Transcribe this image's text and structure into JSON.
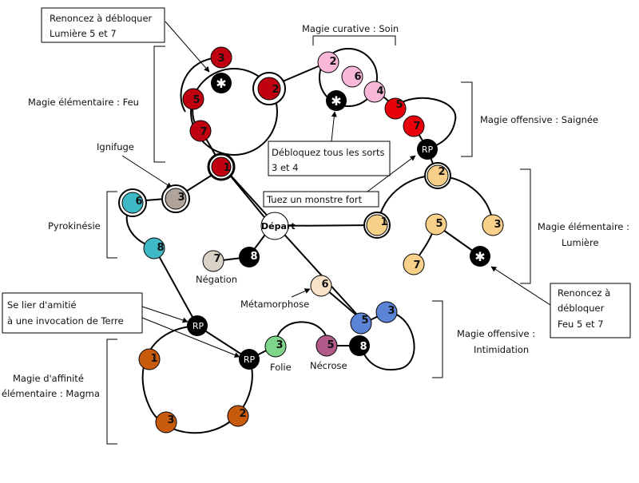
{
  "notes": {
    "top_left": [
      "Renoncez à débloquer",
      "Lumière 5 et 7"
    ],
    "top_center": [
      "Débloquez tous les sorts",
      "3 et 4"
    ],
    "center": "Tuez un monstre fort",
    "left": [
      "Se lier d'amitié",
      "à une invocation de Terre"
    ],
    "bottom_right": [
      "Renoncez à",
      "débloquer",
      "Feu 5 et 7"
    ]
  },
  "branches": {
    "feu": "Magie élémentaire : Feu",
    "soin": "Magie curative : Soin",
    "saignee": "Magie offensive : Saignée",
    "lumiere": [
      "Magie élémentaire :",
      "Lumière"
    ],
    "pyro": "Pyrokinésie",
    "intimidation": [
      "Magie offensive :",
      "Intimidation"
    ],
    "magma": [
      "Magie d'affinité",
      "élémentaire : Magma"
    ]
  },
  "labels": {
    "ignifuge": "Ignifuge",
    "depart": "Départ",
    "negation": "Négation",
    "metamorphose": "Métamorphose",
    "folie": "Folie",
    "necrose": "Nécrose"
  },
  "nodes": {
    "feu_1": "1",
    "feu_2": "2",
    "feu_3": "3",
    "feu_5": "5",
    "feu_7": "7",
    "feu_star": "✱",
    "soin_2": "2",
    "soin_6": "6",
    "soin_4": "4",
    "soin_star": "✱",
    "sai_5": "5",
    "sai_7": "7",
    "sai_rp": "RP",
    "lum_1": "1",
    "lum_2": "2",
    "lum_3": "3",
    "lum_5": "5",
    "lum_7": "7",
    "lum_star": "✱",
    "ign_3": "3",
    "pyro_6": "6",
    "pyro_8": "8",
    "neg_7": "7",
    "neg_8": "8",
    "met_6": "6",
    "int_5": "5",
    "int_3": "3",
    "int_8": "8",
    "nec_5": "5",
    "folie_3": "3",
    "rp_top": "RP",
    "rp_mid": "RP",
    "mag_1": "1",
    "mag_2": "2",
    "mag_3": "3"
  },
  "colors": {
    "feu": "#c00010",
    "bright_red": "#e8000a",
    "pink": "#f9b8d8",
    "light": "#f9d08a",
    "beige": "#b0a49a",
    "teal": "#3fb9c6",
    "blue": "#5c84d6",
    "green": "#7fd68a",
    "violet": "#b25a8a",
    "peach": "#f8e2c8",
    "brown": "#c85a0c",
    "black": "#000000"
  }
}
